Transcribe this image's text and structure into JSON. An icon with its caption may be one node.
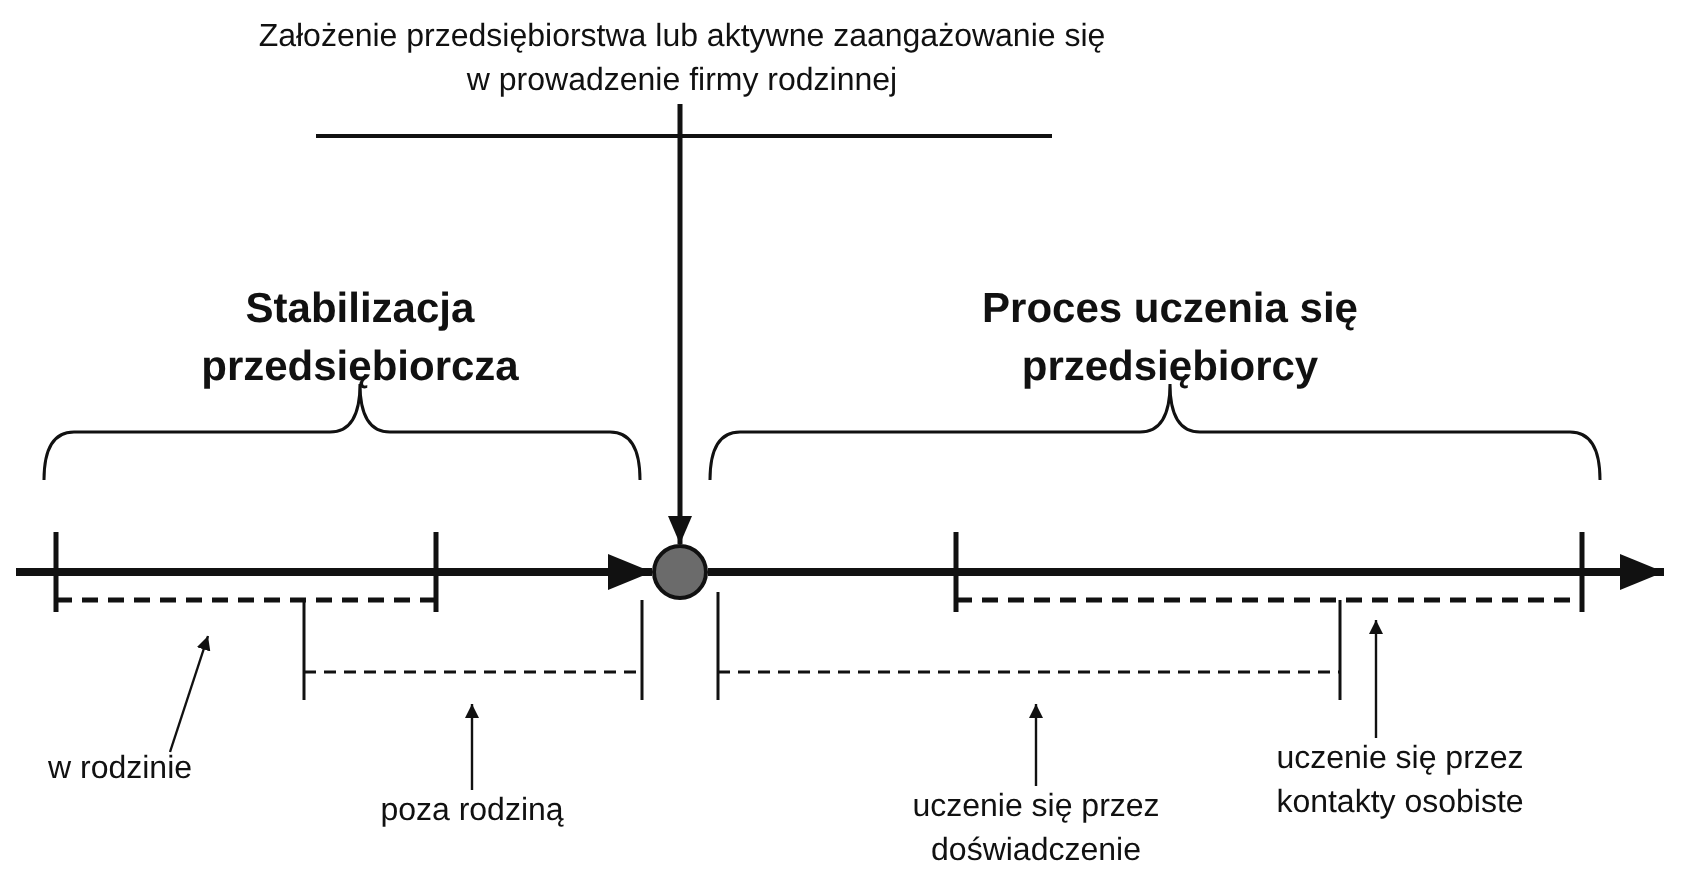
{
  "diagram": {
    "nodes": [
      {
        "text": [
          "Założenie przedsiębiorstwa lub aktywne zaangażowanie się w prowadzenie firmy rodzinnej"
        ]
      },
      {
        "text": [],
        "shape": "circle"
      },
      {
        "text": [
          "w rodzinie"
        ]
      },
      {
        "text": [
          "poza rodziną"
        ]
      },
      {
        "text": [
          "uczenie się przez doświadczenie"
        ]
      },
      {
        "text": [
          "uczenie się przez kontakty osobiste"
        ]
      }
    ],
    "edges": [
      {
        "from": 0,
        "to": 1,
        "arrow": "to"
      },
      {
        "from": 2,
        "to": null,
        "arrow": "to"
      },
      {
        "from": 3,
        "to": null,
        "arrow": "to"
      },
      {
        "from": 4,
        "to": null,
        "arrow": "to"
      },
      {
        "from": 5,
        "to": null,
        "arrow": "to"
      },
      {
        "from": null,
        "to": 1,
        "arrow": "to",
        "style": "thick"
      },
      {
        "from": 1,
        "to": null,
        "arrow": "to",
        "style": "thick"
      }
    ],
    "labels": [
      "Stabilizacja przedsiębiorcza",
      "Proces uczenia się przedsiębiorcy"
    ]
  }
}
